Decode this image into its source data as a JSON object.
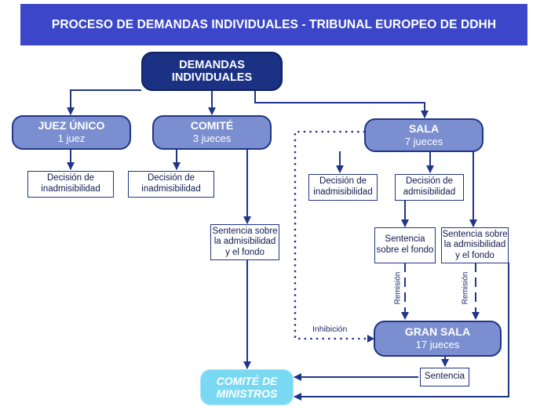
{
  "title": "PROCESO DE DEMANDAS INDIVIDUALES - TRIBUNAL EUROPEO DE DDHH",
  "nodes": {
    "root": [
      "DEMANDAS",
      "INDIVIDUALES"
    ],
    "juez_unico": {
      "title": "JUEZ ÚNICO",
      "sub": "1 juez"
    },
    "comite": {
      "title": "COMITÉ",
      "sub": "3 jueces"
    },
    "sala": {
      "title": "SALA",
      "sub": "7 jueces"
    },
    "gran_sala": {
      "title": "GRAN SALA",
      "sub": "17 jueces"
    },
    "comite_ministros": [
      "COMITÉ DE",
      "MINISTROS"
    ],
    "dec_inad_1": [
      "Decisión de",
      "inadmisibilidad"
    ],
    "dec_inad_2": [
      "Decisión de",
      "inadmisibilidad"
    ],
    "dec_inad_3": [
      "Decisión de",
      "inadmisibilidad"
    ],
    "dec_adm": [
      "Decisión de",
      "admisibilidad"
    ],
    "sent_comite": [
      "Sentencia sobre",
      "la admisibilidad",
      "y el fondo"
    ],
    "sent_fondo": [
      "Sentencia",
      "sobre el fondo"
    ],
    "sent_sala_adm": [
      "Sentencia sobre",
      "la admisibilidad",
      "y el fondo"
    ],
    "sentencia": "Sentencia"
  },
  "labels": {
    "inhibicion": "Inhibición",
    "remision_1": "Remisión",
    "remision_2": "Remisión"
  },
  "colors": {
    "title_bg": "#3b47c8",
    "dark_node": "#1b3184",
    "mid_node": "#7b8ecf",
    "cyan_node": "#79d9f3",
    "line": "#1f3588"
  }
}
